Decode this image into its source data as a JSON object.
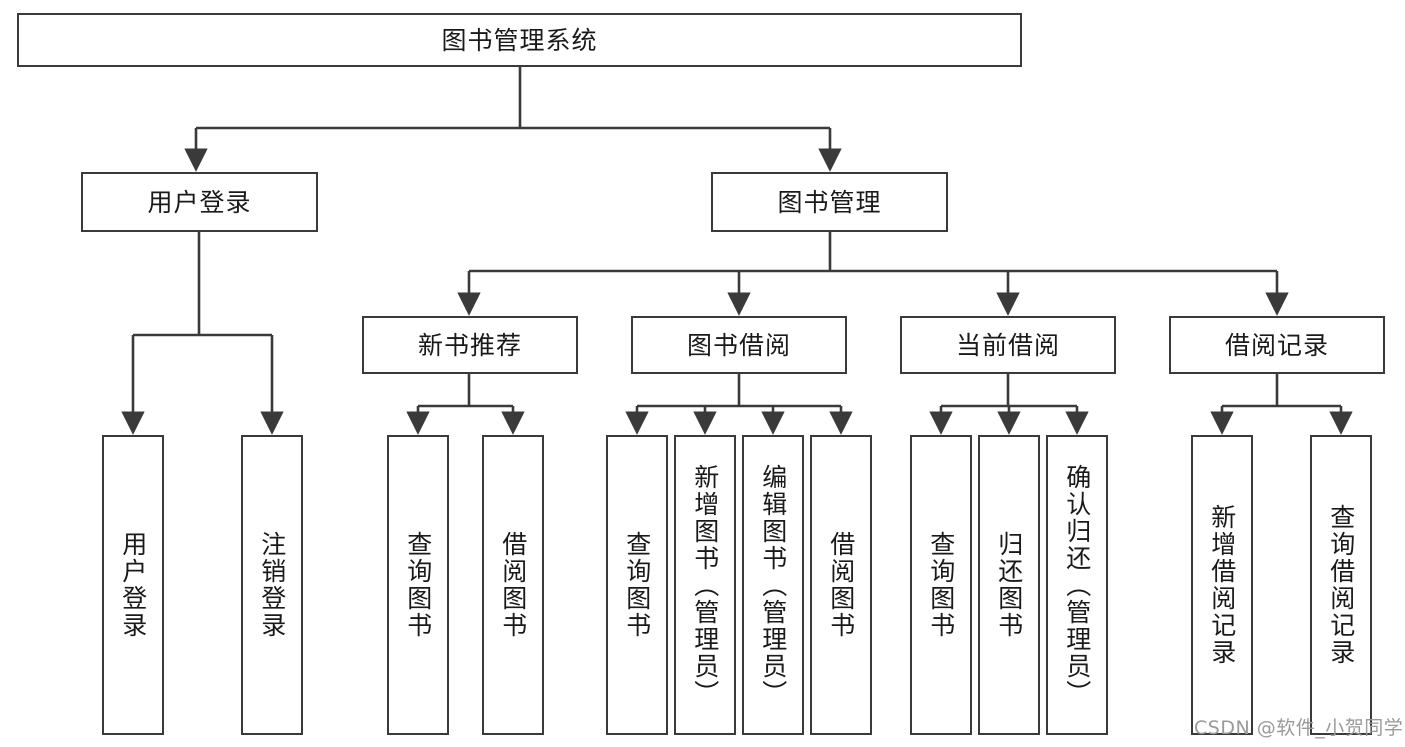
{
  "diagram": {
    "type": "tree",
    "title": "图书管理系统",
    "levels": [
      {
        "level": 1,
        "nodes": [
          {
            "id": "root",
            "label": "图书管理系统",
            "orientation": "horizontal"
          }
        ]
      },
      {
        "level": 2,
        "nodes": [
          {
            "id": "user-login",
            "label": "用户登录",
            "orientation": "horizontal",
            "parent": "root"
          },
          {
            "id": "book-manage",
            "label": "图书管理",
            "orientation": "horizontal",
            "parent": "root"
          }
        ]
      },
      {
        "level": 3,
        "nodes": [
          {
            "id": "new-book-rec",
            "label": "新书推荐",
            "orientation": "horizontal",
            "parent": "book-manage"
          },
          {
            "id": "book-borrow",
            "label": "图书借阅",
            "orientation": "horizontal",
            "parent": "book-manage"
          },
          {
            "id": "current-borrow",
            "label": "当前借阅",
            "orientation": "horizontal",
            "parent": "book-manage"
          },
          {
            "id": "borrow-record",
            "label": "借阅记录",
            "orientation": "horizontal",
            "parent": "book-manage"
          }
        ]
      },
      {
        "level": 4,
        "nodes": [
          {
            "id": "leaf-1",
            "label": "用户登录",
            "orientation": "vertical",
            "parent": "user-login"
          },
          {
            "id": "leaf-2",
            "label": "注销登录",
            "orientation": "vertical",
            "parent": "user-login"
          },
          {
            "id": "leaf-3",
            "label": "查询图书",
            "orientation": "vertical",
            "parent": "new-book-rec"
          },
          {
            "id": "leaf-4",
            "label": "借阅图书",
            "orientation": "vertical",
            "parent": "new-book-rec"
          },
          {
            "id": "leaf-5",
            "label": "查询图书",
            "orientation": "vertical",
            "parent": "book-borrow"
          },
          {
            "id": "leaf-6",
            "label": "新增图书（管理员）",
            "orientation": "vertical",
            "parent": "book-borrow"
          },
          {
            "id": "leaf-7",
            "label": "编辑图书（管理员）",
            "orientation": "vertical",
            "parent": "book-borrow"
          },
          {
            "id": "leaf-8",
            "label": "借阅图书",
            "orientation": "vertical",
            "parent": "book-borrow"
          },
          {
            "id": "leaf-9",
            "label": "查询图书",
            "orientation": "vertical",
            "parent": "current-borrow"
          },
          {
            "id": "leaf-10",
            "label": "归还图书",
            "orientation": "vertical",
            "parent": "current-borrow"
          },
          {
            "id": "leaf-11",
            "label": "确认归还（管理员）",
            "orientation": "vertical",
            "parent": "current-borrow"
          },
          {
            "id": "leaf-12",
            "label": "新增借阅记录",
            "orientation": "vertical",
            "parent": "borrow-record"
          },
          {
            "id": "leaf-13",
            "label": "查询借阅记录",
            "orientation": "vertical",
            "parent": "borrow-record"
          }
        ]
      }
    ],
    "colors": {
      "stroke": "#3a3a3a",
      "fill": "#ffffff",
      "text": "#1a1a1a",
      "watermark": "#9a9a9a"
    }
  },
  "watermark": {
    "text": "CSDN @软件_小贺同学"
  }
}
